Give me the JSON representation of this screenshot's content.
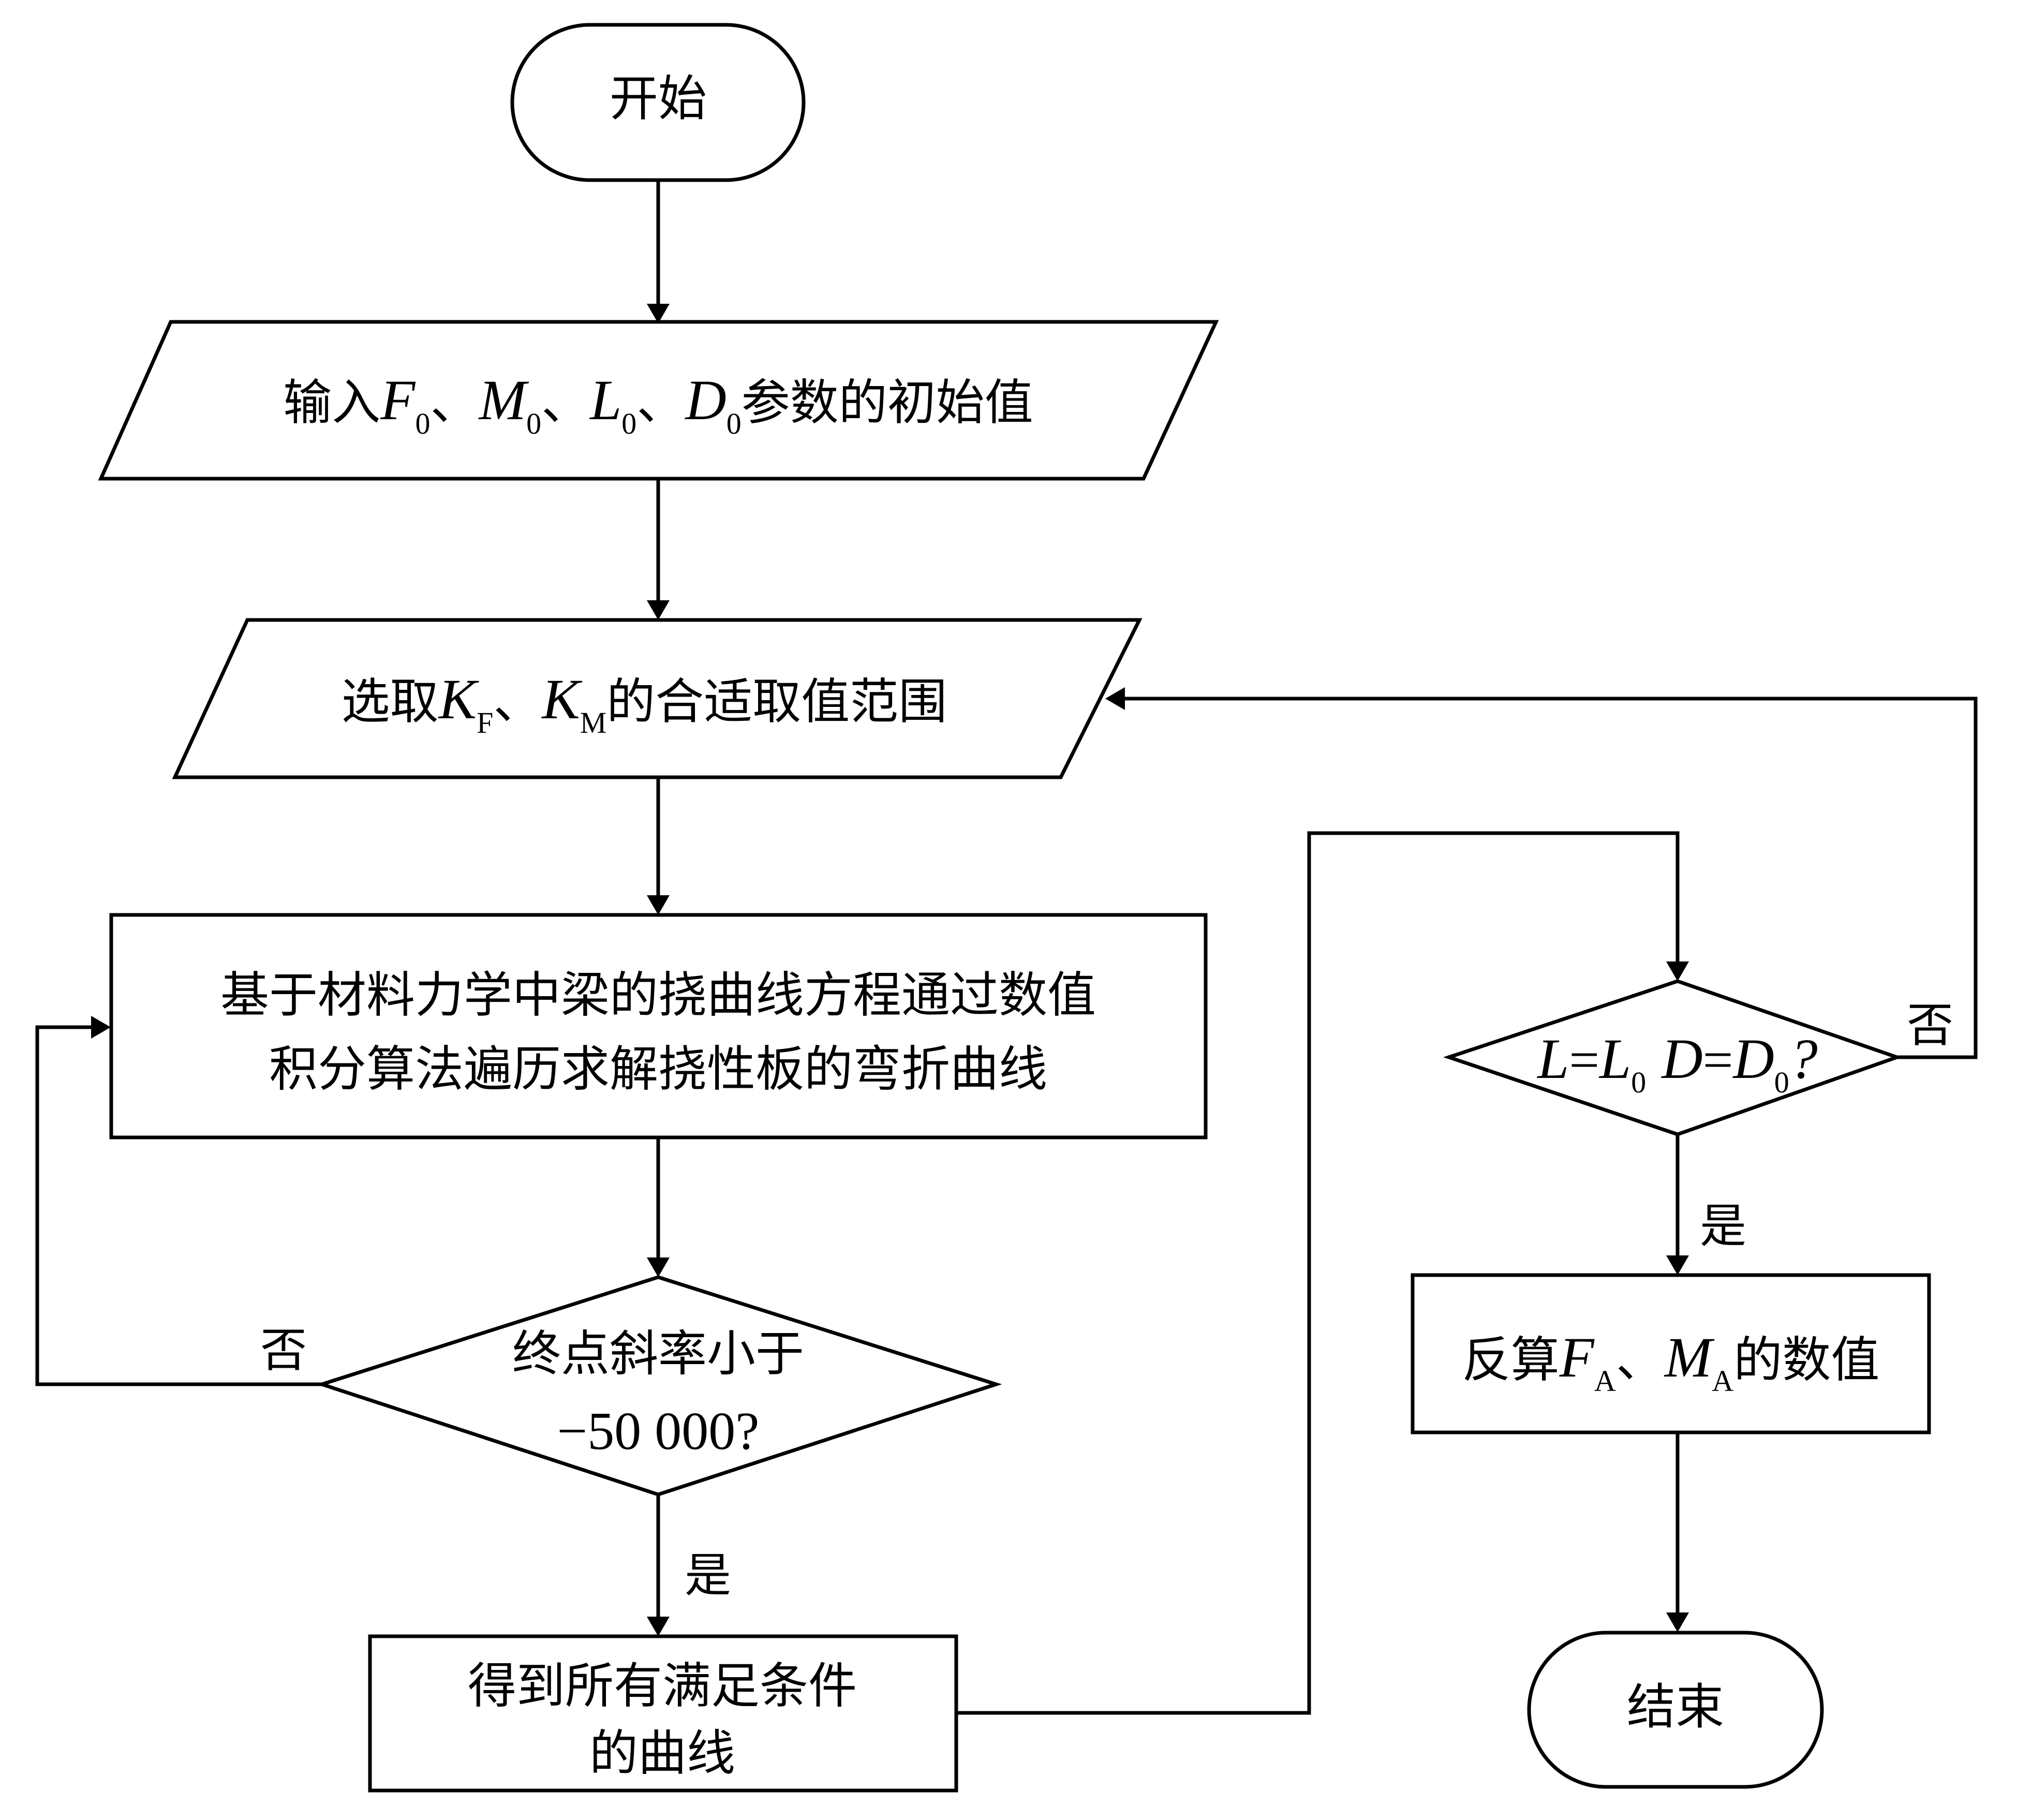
{
  "nodes": {
    "start": {
      "label": "开始"
    },
    "input": {
      "prefix": "输入",
      "v1": "F",
      "v1_sub": "0",
      "sep1": "、",
      "v2": "M",
      "v2_sub": "0",
      "sep2": "、",
      "v3": "L",
      "v3_sub": "0",
      "sep3": "、",
      "v4": "D",
      "v4_sub": "0",
      "suffix": "参数的初始值"
    },
    "select": {
      "prefix": "选取",
      "v1": "K",
      "v1_sub": "F",
      "sep": "、",
      "v2": "K",
      "v2_sub": "M",
      "suffix": "的合适取值范围"
    },
    "compute": {
      "line1": "基于材料力学中梁的挠曲线方程通过数值",
      "line2": "积分算法遍历求解挠性板的弯折曲线"
    },
    "decision_slope": {
      "line1": "终点斜率小于",
      "line2": "−50 000?"
    },
    "collect": {
      "line1": "得到所有满足条件",
      "line2": "的曲线"
    },
    "decision_match": {
      "a": "L",
      "eq1": "=",
      "b": "L",
      "b_sub": "0",
      "c": "D",
      "eq2": "=",
      "d": "D",
      "d_sub": "0",
      "q": "?"
    },
    "back_calc": {
      "prefix": "反算",
      "v1": "F",
      "v1_sub": "A",
      "sep": "、",
      "v2": "M",
      "v2_sub": "A",
      "suffix": "的数值"
    },
    "end": {
      "label": "结束"
    }
  },
  "edge_labels": {
    "slope_no": "否",
    "slope_yes": "是",
    "match_no": "否",
    "match_yes": "是"
  }
}
